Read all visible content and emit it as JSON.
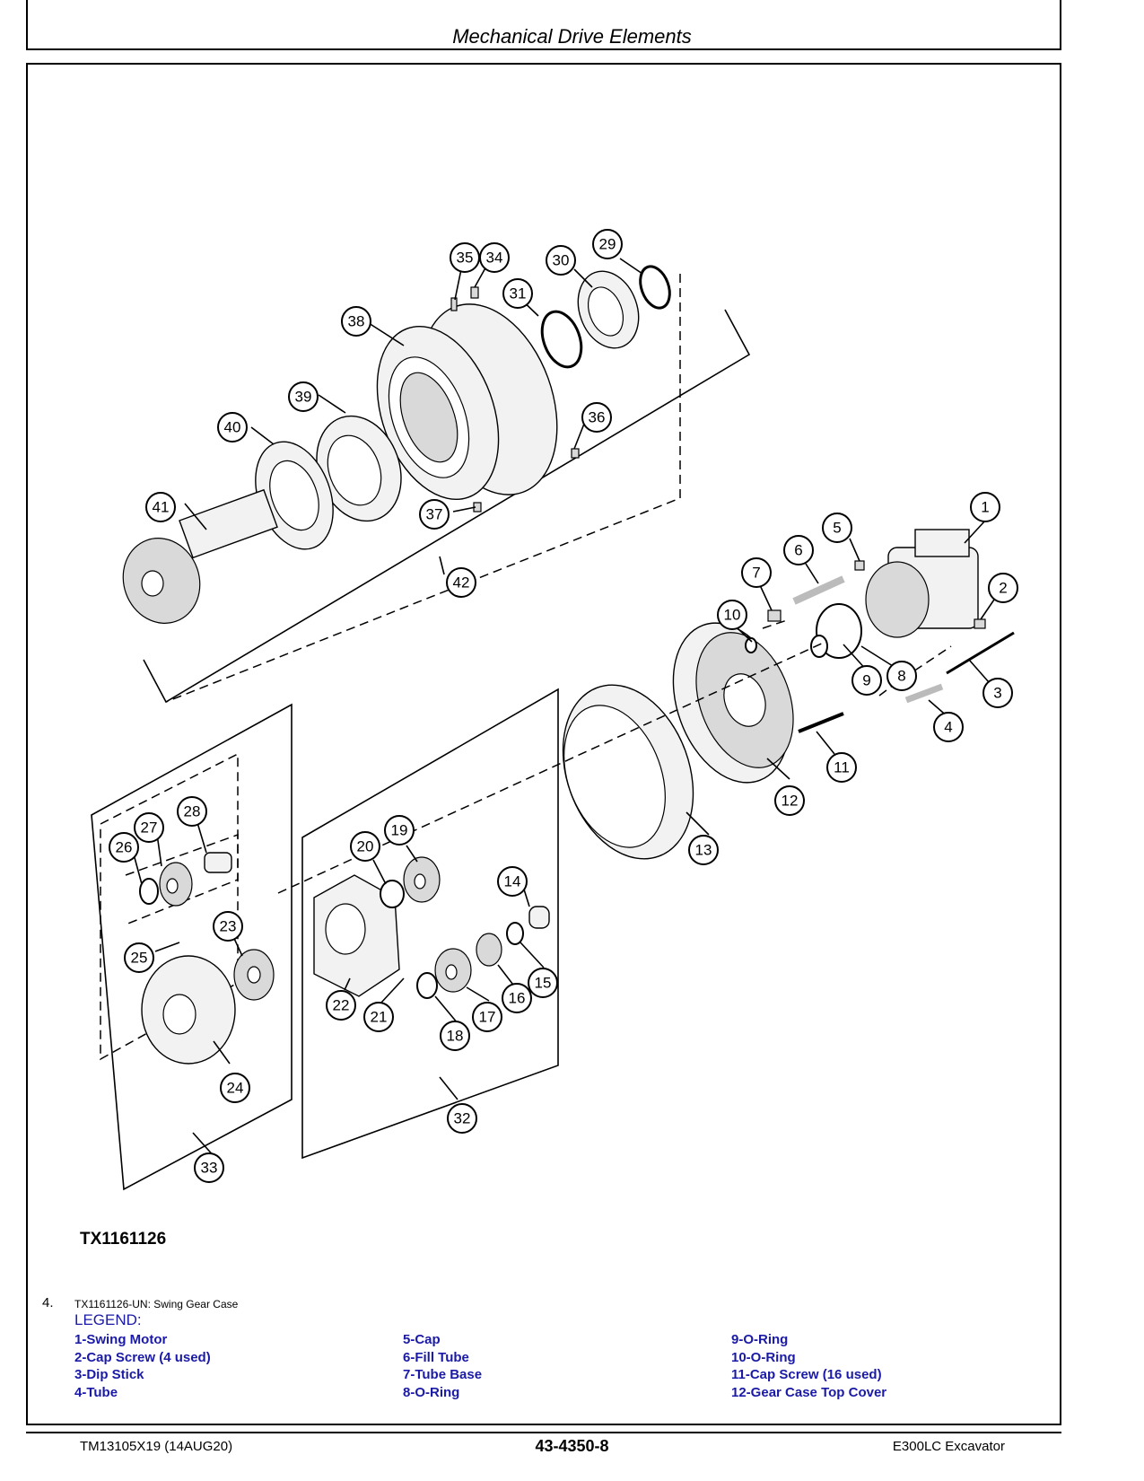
{
  "header": {
    "title": "Mechanical Drive Elements"
  },
  "figure": {
    "id": "TX1161126",
    "callouts": [
      "1",
      "2",
      "3",
      "4",
      "5",
      "6",
      "7",
      "8",
      "9",
      "10",
      "11",
      "12",
      "13",
      "14",
      "15",
      "16",
      "17",
      "18",
      "19",
      "20",
      "21",
      "22",
      "23",
      "24",
      "25",
      "26",
      "27",
      "28",
      "29",
      "30",
      "31",
      "32",
      "33",
      "34",
      "35",
      "36",
      "37",
      "38",
      "39",
      "40",
      "41",
      "42"
    ]
  },
  "caption": {
    "item_number": "4.",
    "text": "TX1161126-UN: Swing Gear Case"
  },
  "legend": {
    "title": "LEGEND:",
    "columns": [
      [
        "1-Swing Motor",
        "2-Cap Screw (4 used)",
        "3-Dip Stick",
        "4-Tube"
      ],
      [
        "5-Cap",
        "6-Fill Tube",
        "7-Tube Base",
        "8-O-Ring"
      ],
      [
        "9-O-Ring",
        "10-O-Ring",
        "11-Cap Screw (16 used)",
        "12-Gear Case Top Cover"
      ]
    ]
  },
  "footer": {
    "left": "TM13105X19 (14AUG20)",
    "center": "43-4350-8",
    "right": "E300LC Excavator"
  }
}
